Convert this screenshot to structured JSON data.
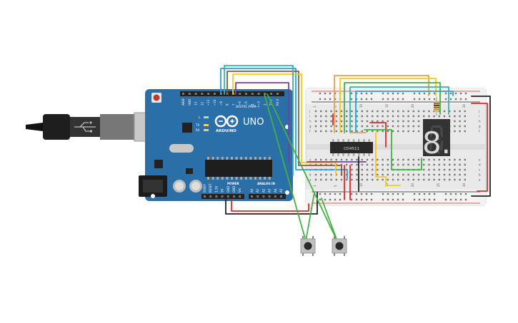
{
  "arduino": {
    "brand_logo_text": "ARDUINO",
    "model": "UNO",
    "header_digital": "DIGITAL (PWM~)",
    "header_power": "POWER",
    "header_analog": "ANALOG IN",
    "led_labels": [
      "L",
      "TX",
      "RX"
    ],
    "power_pins": [
      "IOREF",
      "RESET",
      "3.3V",
      "5V",
      "GND",
      "GND",
      "Vin"
    ],
    "analog_pins": [
      "A0",
      "A1",
      "A2",
      "A3",
      "A4",
      "A5"
    ],
    "digital_pins": [
      "AREF",
      "GND",
      "13",
      "12",
      "~11",
      "~10",
      "~9",
      "8",
      "7",
      "~6",
      "~5",
      "4",
      "~3",
      "2",
      "TX 1",
      "RX 0"
    ],
    "colors": {
      "board": "#2a6fa8",
      "header": "#222222",
      "reset": "#c0392b"
    }
  },
  "breadboard": {
    "column_numbers": [
      "1",
      "5",
      "10",
      "15",
      "20",
      "25",
      "30"
    ],
    "row_letters": [
      "a",
      "b",
      "c",
      "d",
      "e",
      "f",
      "g",
      "h",
      "i",
      "j"
    ],
    "colors": {
      "body": "#e9e9e9",
      "rail_red": "#d62c2c",
      "rail_black": "#222222"
    }
  },
  "ic": {
    "label": "CD4511"
  },
  "display": {
    "digit": "8."
  },
  "buttons": [
    {
      "name": "pushbutton-1"
    },
    {
      "name": "pushbutton-2"
    }
  ],
  "wire_colors": {
    "orange": "#e8a04a",
    "yellow": "#f2cc1a",
    "green": "#44b044",
    "teal": "#2fb6b0",
    "blue": "#2aa0d8",
    "brown": "#8b5a3c",
    "purple": "#7b3fa0",
    "red": "#e02828",
    "black": "#222222"
  }
}
